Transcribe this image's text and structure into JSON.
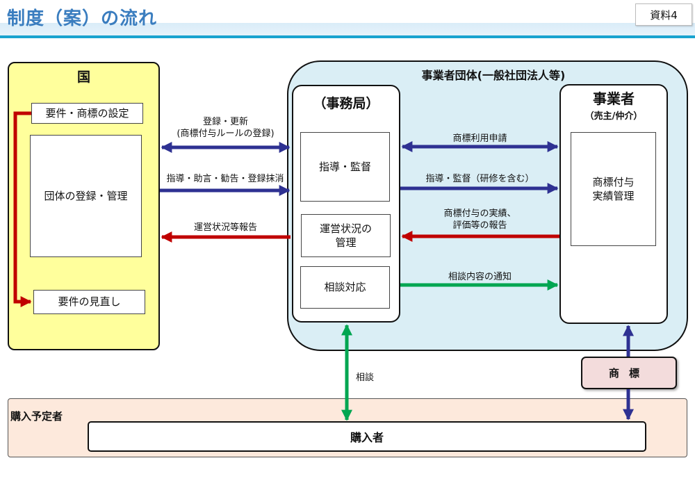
{
  "header": {
    "title": "制度（案）の流れ",
    "doc_badge": "資料4"
  },
  "colors": {
    "title": "#3a7dbf",
    "kuni_bg": "#ffff9c",
    "association_bg": "#daeef5",
    "buyer_band_bg": "#fde9dc",
    "trademark_bg": "#f3dcdc",
    "arrow_blue": "#2e3192",
    "arrow_red": "#c00000",
    "arrow_green": "#00a651"
  },
  "kuni": {
    "title": "国",
    "items": [
      "要件・商標の設定",
      "団体の登録・管理",
      "要件の見直し"
    ]
  },
  "association": {
    "title": "事業者団体(一般社団法人等)",
    "secretariat": {
      "title": "（事務局）",
      "items": [
        "指導・監督",
        "運営状況の\n管理",
        "相談対応"
      ]
    },
    "business": {
      "title": "事業者",
      "subtitle": "（売主/仲介）",
      "item": "商標付与\n実績管理"
    }
  },
  "flows_kuni_secretariat": [
    {
      "label": "登録・更新\n(商標付与ルールの登録)",
      "direction": "both",
      "color": "blue"
    },
    {
      "label": "指導・助言・勧告・登録抹消",
      "direction": "to-secretariat",
      "color": "blue"
    },
    {
      "label": "運営状況等報告",
      "direction": "to-kuni",
      "color": "red"
    }
  ],
  "flows_secretariat_business": [
    {
      "label": "商標利用申請",
      "direction": "both",
      "color": "blue"
    },
    {
      "label": "指導・監督（研修を含む）",
      "direction": "to-business",
      "color": "blue"
    },
    {
      "label": "商標付与の実績、\n評価等の報告",
      "direction": "to-secretariat",
      "color": "red"
    },
    {
      "label": "相談内容の通知",
      "direction": "to-business",
      "color": "green"
    }
  ],
  "consult": {
    "label": "相談"
  },
  "trademark": {
    "label": "商標"
  },
  "buyers": {
    "band_label": "購入予定者",
    "buyer_label": "購入者"
  }
}
